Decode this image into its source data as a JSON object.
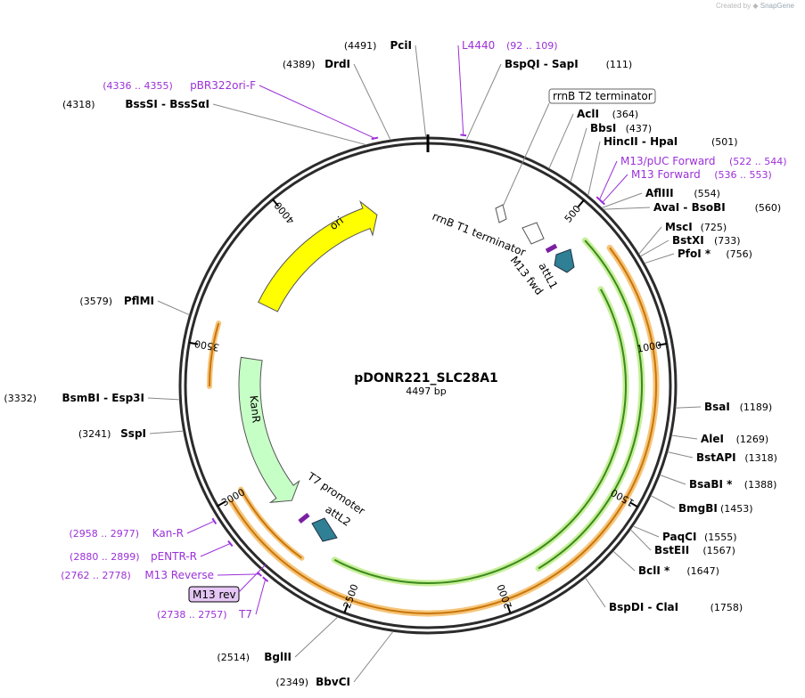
{
  "credit": {
    "prefix": "Created by",
    "brand": "SnapGene",
    "icon": "snapgene-logo-icon"
  },
  "plasmid": {
    "name": "pDONR221_SLC28A1",
    "size_label": "4497 bp",
    "length": 4497
  },
  "colors": {
    "ring": "#2b2b2b",
    "primer": "#9b30d9",
    "ori_fill": "#ffff00",
    "kanr_fill": "#c6ffc6",
    "att_fill": "#2f7f95",
    "orf_outer": "#f6c57a",
    "orf_inner": "#c9760a",
    "green_outer": "#c8ef9a",
    "green_inner": "#3a8a1e",
    "leader_gray": "#888888",
    "mark_purple": "#7b1fa2"
  },
  "ticks": [
    {
      "pos": 500,
      "label": "500"
    },
    {
      "pos": 1000,
      "label": "1000"
    },
    {
      "pos": 1500,
      "label": "1500"
    },
    {
      "pos": 2000,
      "label": "2000"
    },
    {
      "pos": 2500,
      "label": "2500"
    },
    {
      "pos": 3000,
      "label": "3000"
    },
    {
      "pos": 3500,
      "label": "3500"
    },
    {
      "pos": 4000,
      "label": "4000"
    }
  ],
  "sites": [
    {
      "name": "PciI",
      "pos": 4491,
      "pos_label": "(4491)",
      "side": "left"
    },
    {
      "name": "DrdI",
      "pos": 4389,
      "pos_label": "(4389)",
      "side": "left"
    },
    {
      "name": "BssSI  -  BssSαI",
      "pos": 4318,
      "pos_label": "(4318)",
      "side": "left"
    },
    {
      "name": "BspQI  -  SapI",
      "pos": 111,
      "pos_label": "(111)",
      "side": "right"
    },
    {
      "name": "AclI",
      "pos": 364,
      "pos_label": "(364)",
      "side": "right"
    },
    {
      "name": "BbsI",
      "pos": 437,
      "pos_label": "(437)",
      "side": "right"
    },
    {
      "name": "HincII  -  HpaI",
      "pos": 501,
      "pos_label": "(501)",
      "side": "right"
    },
    {
      "name": "AflIII",
      "pos": 554,
      "pos_label": "(554)",
      "side": "right"
    },
    {
      "name": "AvaI  -  BsoBI",
      "pos": 560,
      "pos_label": "(560)",
      "side": "right"
    },
    {
      "name": "MscI",
      "pos": 725,
      "pos_label": "(725)",
      "side": "right"
    },
    {
      "name": "BstXI",
      "pos": 733,
      "pos_label": "(733)",
      "side": "right"
    },
    {
      "name": "PfoI *",
      "pos": 756,
      "pos_label": "(756)",
      "side": "right"
    },
    {
      "name": "BsaI",
      "pos": 1189,
      "pos_label": "(1189)",
      "side": "right"
    },
    {
      "name": "AleI",
      "pos": 1269,
      "pos_label": "(1269)",
      "side": "right"
    },
    {
      "name": "BstAPI",
      "pos": 1318,
      "pos_label": "(1318)",
      "side": "right"
    },
    {
      "name": "BsaBI *",
      "pos": 1388,
      "pos_label": "(1388)",
      "side": "right"
    },
    {
      "name": "BmgBI",
      "pos": 1453,
      "pos_label": "(1453)",
      "side": "right"
    },
    {
      "name": "PaqCI",
      "pos": 1555,
      "pos_label": "(1555)",
      "side": "right"
    },
    {
      "name": "BstEII",
      "pos": 1567,
      "pos_label": "(1567)",
      "side": "right"
    },
    {
      "name": "BclI *",
      "pos": 1647,
      "pos_label": "(1647)",
      "side": "right"
    },
    {
      "name": "BspDI  -  ClaI",
      "pos": 1758,
      "pos_label": "(1758)",
      "side": "right"
    },
    {
      "name": "BbvCI",
      "pos": 2349,
      "pos_label": "(2349)",
      "side": "left"
    },
    {
      "name": "BglII",
      "pos": 2514,
      "pos_label": "(2514)",
      "side": "left"
    },
    {
      "name": "SspI",
      "pos": 3241,
      "pos_label": "(3241)",
      "side": "left"
    },
    {
      "name": "BsmBI  -  Esp3I",
      "pos": 3332,
      "pos_label": "(3332)",
      "side": "left"
    },
    {
      "name": "PflMI",
      "pos": 3579,
      "pos_label": "(3579)",
      "side": "left"
    }
  ],
  "primers": [
    {
      "name": "L4440",
      "range_label": "(92 .. 109)",
      "start": 92,
      "end": 109,
      "side": "right"
    },
    {
      "name": "pBR322ori-F",
      "range_label": "(4336 .. 4355)",
      "start": 4336,
      "end": 4355,
      "side": "left"
    },
    {
      "name": "M13/pUC Forward",
      "range_label": "(522 .. 544)",
      "start": 522,
      "end": 544,
      "side": "right"
    },
    {
      "name": "M13 Forward",
      "range_label": "(536 .. 553)",
      "start": 536,
      "end": 553,
      "side": "right"
    },
    {
      "name": "Kan-R",
      "range_label": "(2958 .. 2977)",
      "start": 2958,
      "end": 2977,
      "side": "left"
    },
    {
      "name": "pENTR-R",
      "range_label": "(2880 .. 2899)",
      "start": 2880,
      "end": 2899,
      "side": "left"
    },
    {
      "name": "M13 Reverse",
      "range_label": "(2762 .. 2778)",
      "start": 2762,
      "end": 2778,
      "side": "left"
    },
    {
      "name": "T7",
      "range_label": "(2738 .. 2757)",
      "start": 2738,
      "end": 2757,
      "side": "left"
    }
  ],
  "boxed_labels": [
    {
      "name": "rrnB T2 terminator",
      "style": "box"
    },
    {
      "name": "M13 rev",
      "style": "box-purple"
    }
  ],
  "features": [
    {
      "name": "ori",
      "start": 3700,
      "end": 4290,
      "radius": 200,
      "direction": "cw",
      "kind": "ori"
    },
    {
      "name": "KanR",
      "start": 2870,
      "end": 3480,
      "radius": 200,
      "direction": "ccw",
      "kind": "kanr"
    },
    {
      "name": "rrnB T1 terminator",
      "kind": "terminator"
    },
    {
      "name": "M13 fwd",
      "kind": "small-primer"
    },
    {
      "name": "attL1",
      "kind": "att"
    },
    {
      "name": "T7 promoter",
      "kind": "promoter"
    },
    {
      "name": "attL2",
      "kind": "att"
    }
  ]
}
